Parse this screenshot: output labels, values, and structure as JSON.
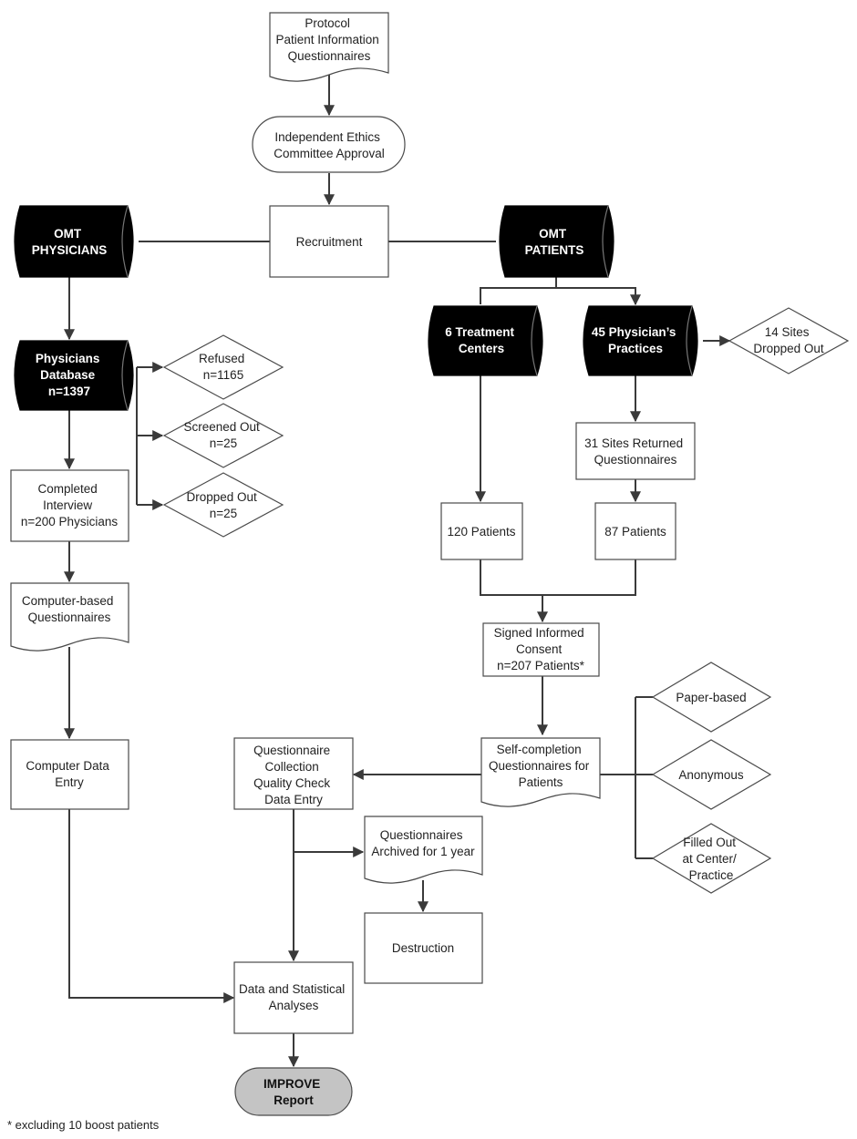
{
  "nodes": {
    "protocol": [
      "Protocol",
      "Patient Information",
      "Questionnaires"
    ],
    "ethics": [
      "Independent Ethics",
      "Committee Approval"
    ],
    "recruitment": [
      "Recruitment"
    ],
    "omt_physicians": [
      "OMT",
      "PHYSICIANS"
    ],
    "omt_patients": [
      "OMT",
      "PATIENTS"
    ],
    "physicians_db": [
      "Physicians",
      "Database",
      "n=1397"
    ],
    "refused": [
      "Refused",
      "n=1165"
    ],
    "screened_out": [
      "Screened Out",
      "n=25"
    ],
    "dropped_out": [
      "Dropped Out",
      "n=25"
    ],
    "completed_interview": [
      "Completed",
      "Interview",
      "n=200 Physicians"
    ],
    "computer_questionnaires": [
      "Computer-based",
      "Questionnaires"
    ],
    "computer_entry": [
      "Computer Data",
      "Entry"
    ],
    "treatment_centers": [
      "6 Treatment",
      "Centers"
    ],
    "physician_practices": [
      "45 Physician’s",
      "Practices"
    ],
    "sites_dropped": [
      "14 Sites",
      "Dropped Out"
    ],
    "sites_returned": [
      "31 Sites Returned",
      "Questionnaires"
    ],
    "patients_120": [
      "120 Patients"
    ],
    "patients_87": [
      "87 Patients"
    ],
    "signed_consent": [
      "Signed Informed",
      "Consent",
      "n=207 Patients*"
    ],
    "self_completion": [
      "Self-completion",
      "Questionnaires for",
      "Patients"
    ],
    "paper_based": [
      "Paper-based"
    ],
    "anonymous": [
      "Anonymous"
    ],
    "filled_out": [
      "Filled Out",
      "at Center/",
      "Practice"
    ],
    "collection": [
      "Questionnaire",
      "Collection",
      "Quality Check",
      "Data Entry"
    ],
    "archived": [
      "Questionnaires",
      "Archived for 1 year"
    ],
    "destruction": [
      "Destruction"
    ],
    "analyses": [
      "Data and Statistical",
      "Analyses"
    ],
    "improve": [
      "IMPROVE",
      "Report"
    ]
  },
  "footnote": "* excluding 10 boost patients",
  "colors": {
    "dark_node": "#000000",
    "terminal_fill": "#c4c4c4",
    "line": "#3a3a3a",
    "border": "#4a4a4a"
  }
}
